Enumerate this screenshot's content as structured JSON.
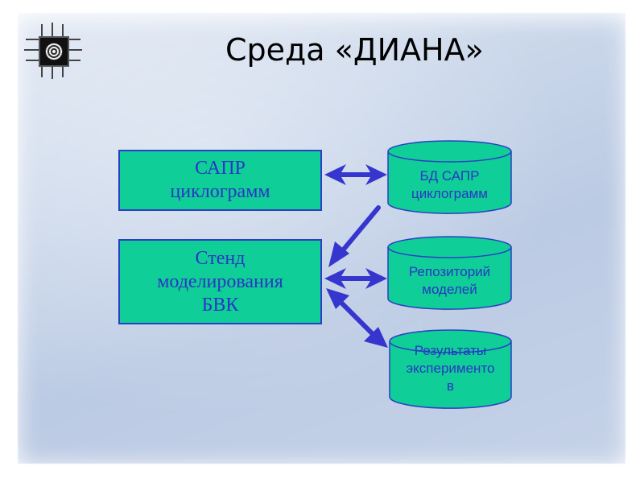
{
  "slide": {
    "title": "Среда «ДИАНА»",
    "logo": "chip-icon"
  },
  "colors": {
    "box_fill": "#0fce98",
    "box_border": "#2a3fc4",
    "text": "#2a36c4",
    "arrow": "#3a3ad0",
    "background": "#c9d6ea"
  },
  "blocks": {
    "cad": {
      "line1": "САПР",
      "line2": "циклограмм"
    },
    "stand": {
      "line1": "Стенд",
      "line2": "моделирования",
      "line3": "БВК"
    }
  },
  "databases": {
    "cad_db": {
      "line1": "БД САПР",
      "line2": "циклограмм"
    },
    "models": {
      "line1": "Репозиторий",
      "line2": "моделей"
    },
    "results": {
      "line1": "Результаты",
      "line2": "эксперименто",
      "line3": "в"
    }
  },
  "connections": [
    {
      "from": "САПР циклограмм",
      "to": "БД САПР циклограмм",
      "type": "bidirectional"
    },
    {
      "from": "БД САПР циклограмм",
      "to": "Стенд моделирования БВК",
      "type": "directed"
    },
    {
      "from": "Стенд моделирования БВК",
      "to": "Репозиторий моделей",
      "type": "bidirectional"
    },
    {
      "from": "Стенд моделирования БВК",
      "to": "Результаты экспериментов",
      "type": "bidirectional"
    }
  ]
}
